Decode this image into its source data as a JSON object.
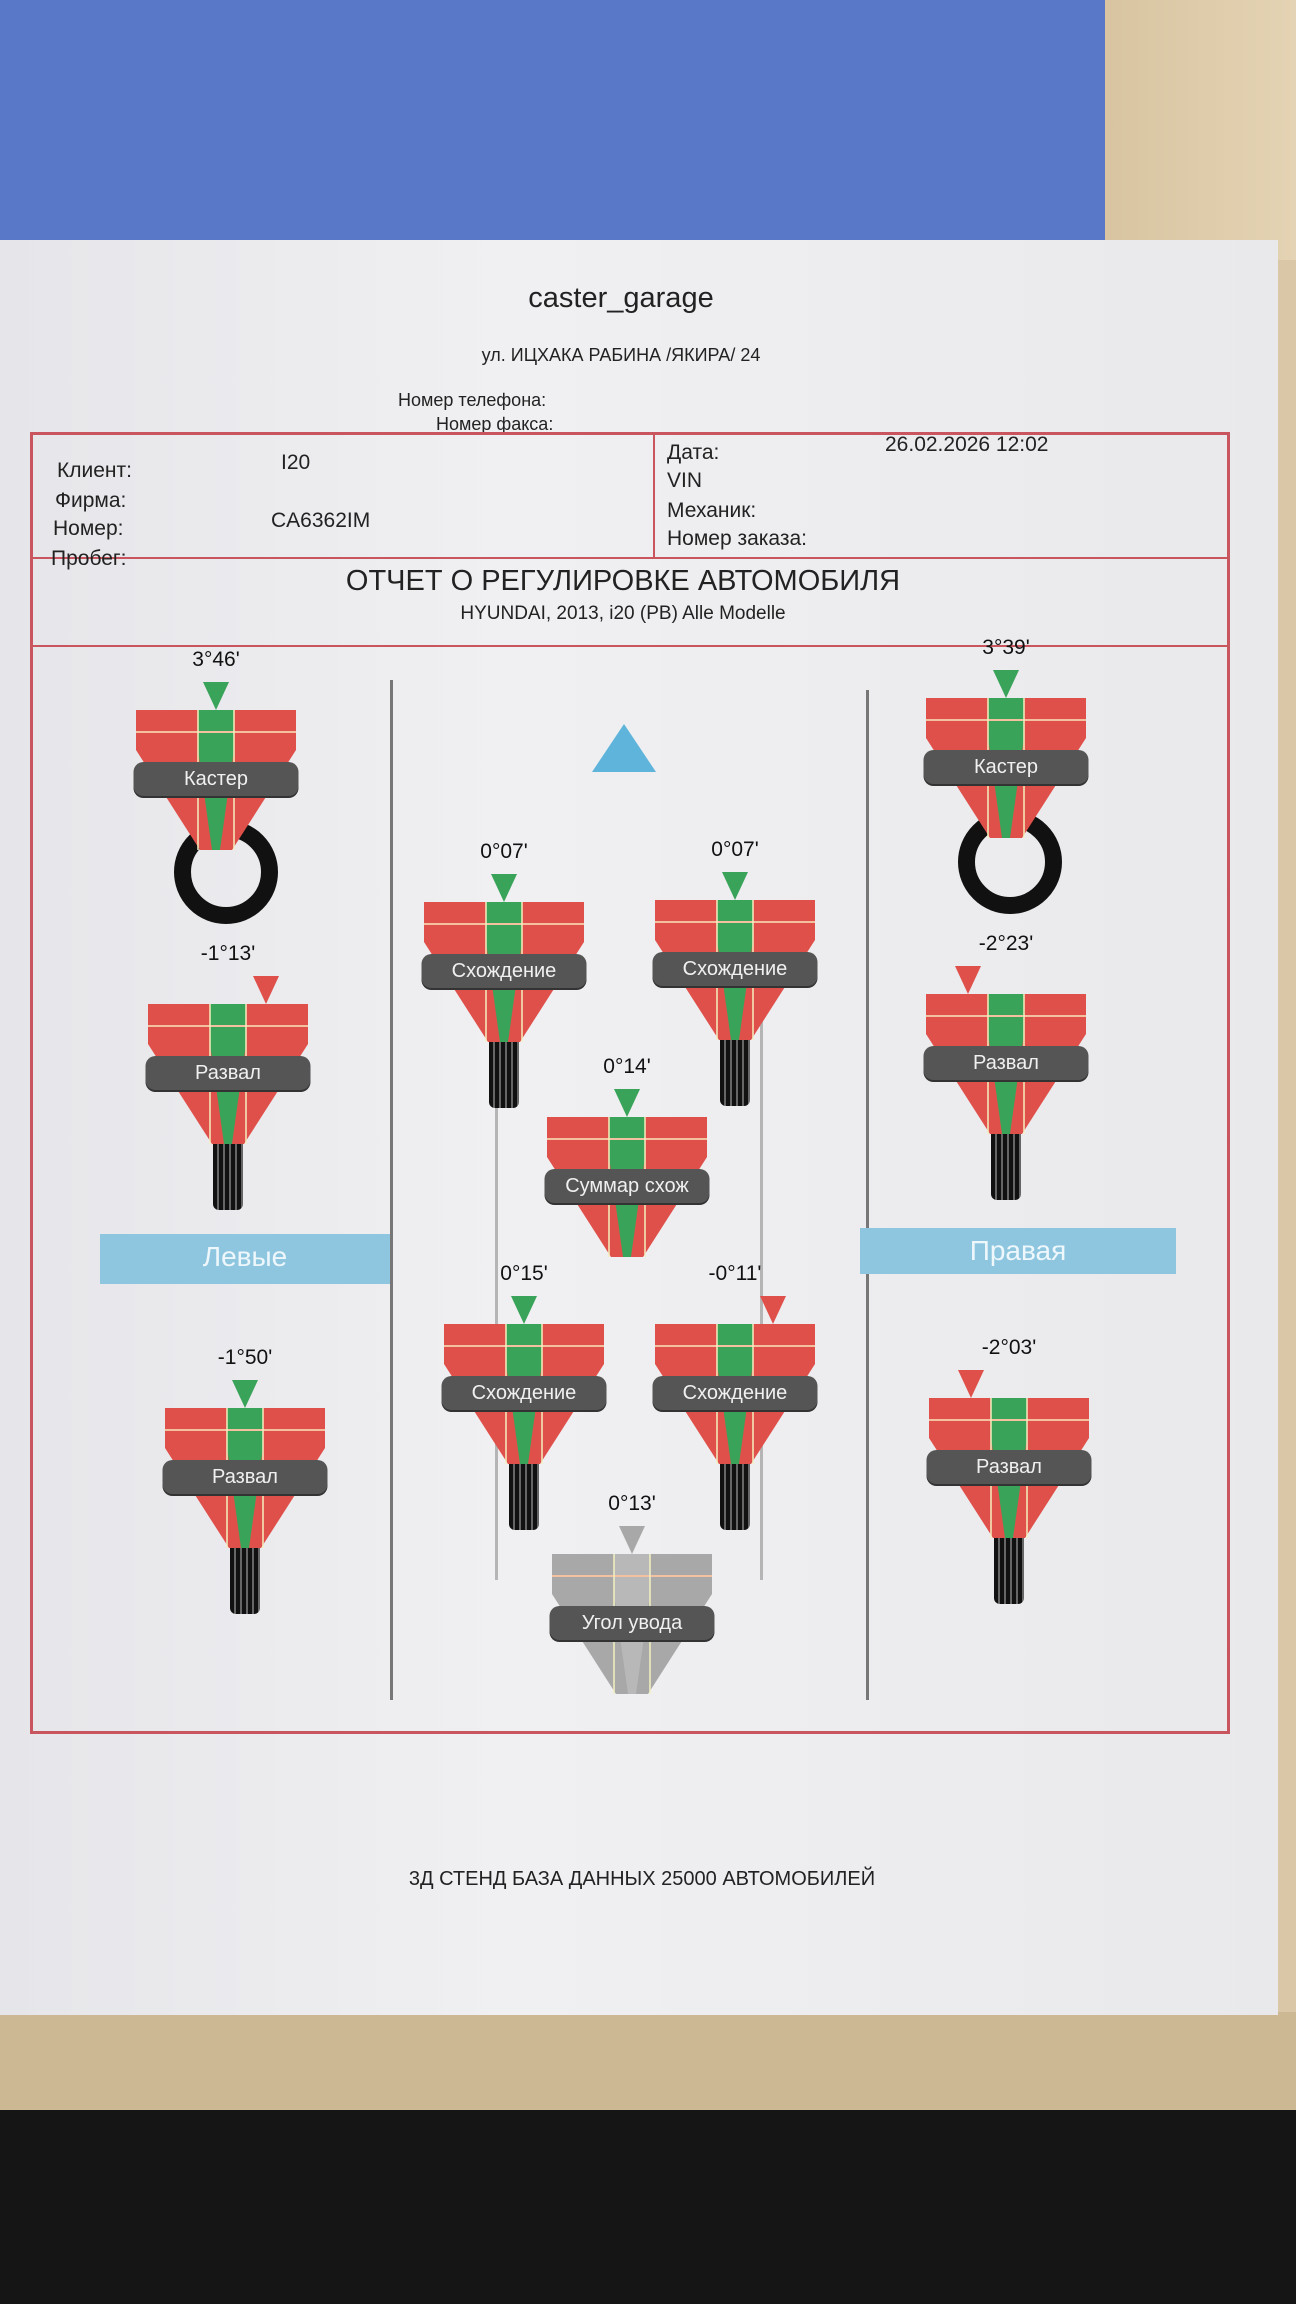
{
  "header": {
    "company": "caster_garage",
    "address": "ул. ИЦХАКА РАБИНА /ЯКИРА/ 24",
    "phone_label": "Номер телефона:",
    "fax_label": "Номер факса:"
  },
  "info": {
    "client_label": "Клиент:",
    "client_value": "I20",
    "firm_label": "Фирма:",
    "number_label": "Номер:",
    "number_value": "CA6362IM",
    "mileage_label": "Пробег:",
    "date_label": "Дата:",
    "date_value": "26.02.2026  12:02",
    "vin_label": "VIN",
    "mechanic_label": "Механик:",
    "order_label": "Номер заказа:"
  },
  "report": {
    "title": "ОТЧЕТ О РЕГУЛИРОВКЕ АВТОМОБИЛЯ",
    "vehicle": "HYUNDAI, 2013, i20 (PB) Alle Modelle"
  },
  "sides": {
    "left": "Левые",
    "right": "Правая"
  },
  "gauges": {
    "caster_fl": {
      "value": "3°46'",
      "label": "Кастер",
      "status": "ok"
    },
    "caster_fr": {
      "value": "3°39'",
      "label": "Кастер",
      "status": "ok"
    },
    "toe_fl": {
      "value": "0°07'",
      "label": "Схождение",
      "status": "ok"
    },
    "toe_fr": {
      "value": "0°07'",
      "label": "Схождение",
      "status": "ok"
    },
    "camber_fl": {
      "value": "-1°13'",
      "label": "Развал",
      "status": "out"
    },
    "camber_fr": {
      "value": "-2°23'",
      "label": "Развал",
      "status": "out"
    },
    "total_toe": {
      "value": "0°14'",
      "label": "Суммар схож",
      "status": "ok"
    },
    "toe_rl": {
      "value": "0°15'",
      "label": "Схождение",
      "status": "ok"
    },
    "toe_rr": {
      "value": "-0°11'",
      "label": "Схождение",
      "status": "out"
    },
    "camber_rl": {
      "value": "-1°50'",
      "label": "Развал",
      "status": "ok"
    },
    "camber_rr": {
      "value": "-2°03'",
      "label": "Развал",
      "status": "out"
    },
    "thrust": {
      "value": "0°13'",
      "label": "Угол увода",
      "status": "neutral"
    }
  },
  "colors": {
    "ok": "#3aa35a",
    "out": "#e0504a",
    "neutral": "#a8a8a8",
    "border": "#c9565e",
    "band": "#8ec6e0"
  },
  "footer": "3Д СТЕНД  БАЗА ДАННЫХ 25000 АВТОМОБИЛЕЙ"
}
